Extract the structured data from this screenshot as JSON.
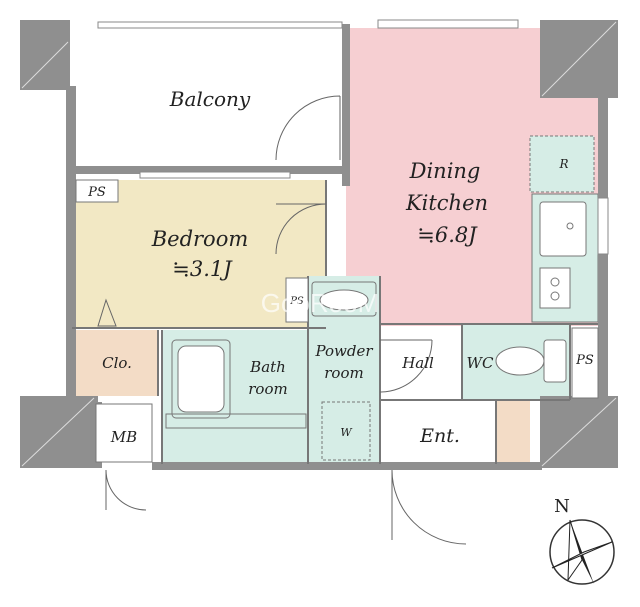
{
  "rooms": {
    "balcony": "Balcony",
    "dining_kitchen": [
      "Dining",
      "Kitchen"
    ],
    "dk_size": "≒6.8J",
    "bedroom": "Bedroom",
    "bedroom_size": "≒3.1J",
    "closet": "Clo.",
    "bath": [
      "Bath",
      "room"
    ],
    "powder": [
      "Powder",
      "room"
    ],
    "hall": "Hall",
    "wc": "WC",
    "entrance": "Ent.",
    "meter_box": "MB"
  },
  "fixtures": {
    "ps_top_left": "PS",
    "ps_small": "PS",
    "ps_right": "PS",
    "refrigerator": "R",
    "washer": "W"
  },
  "watermark": "GooRooM",
  "compass": {
    "label": "N"
  },
  "colors": {
    "bedroom": "#f2e8c4",
    "dining_kitchen": "#f6cfd2",
    "wet_area": "#d6ede6",
    "closet": "#f3dcc6",
    "wall": "#8f8f8f"
  }
}
